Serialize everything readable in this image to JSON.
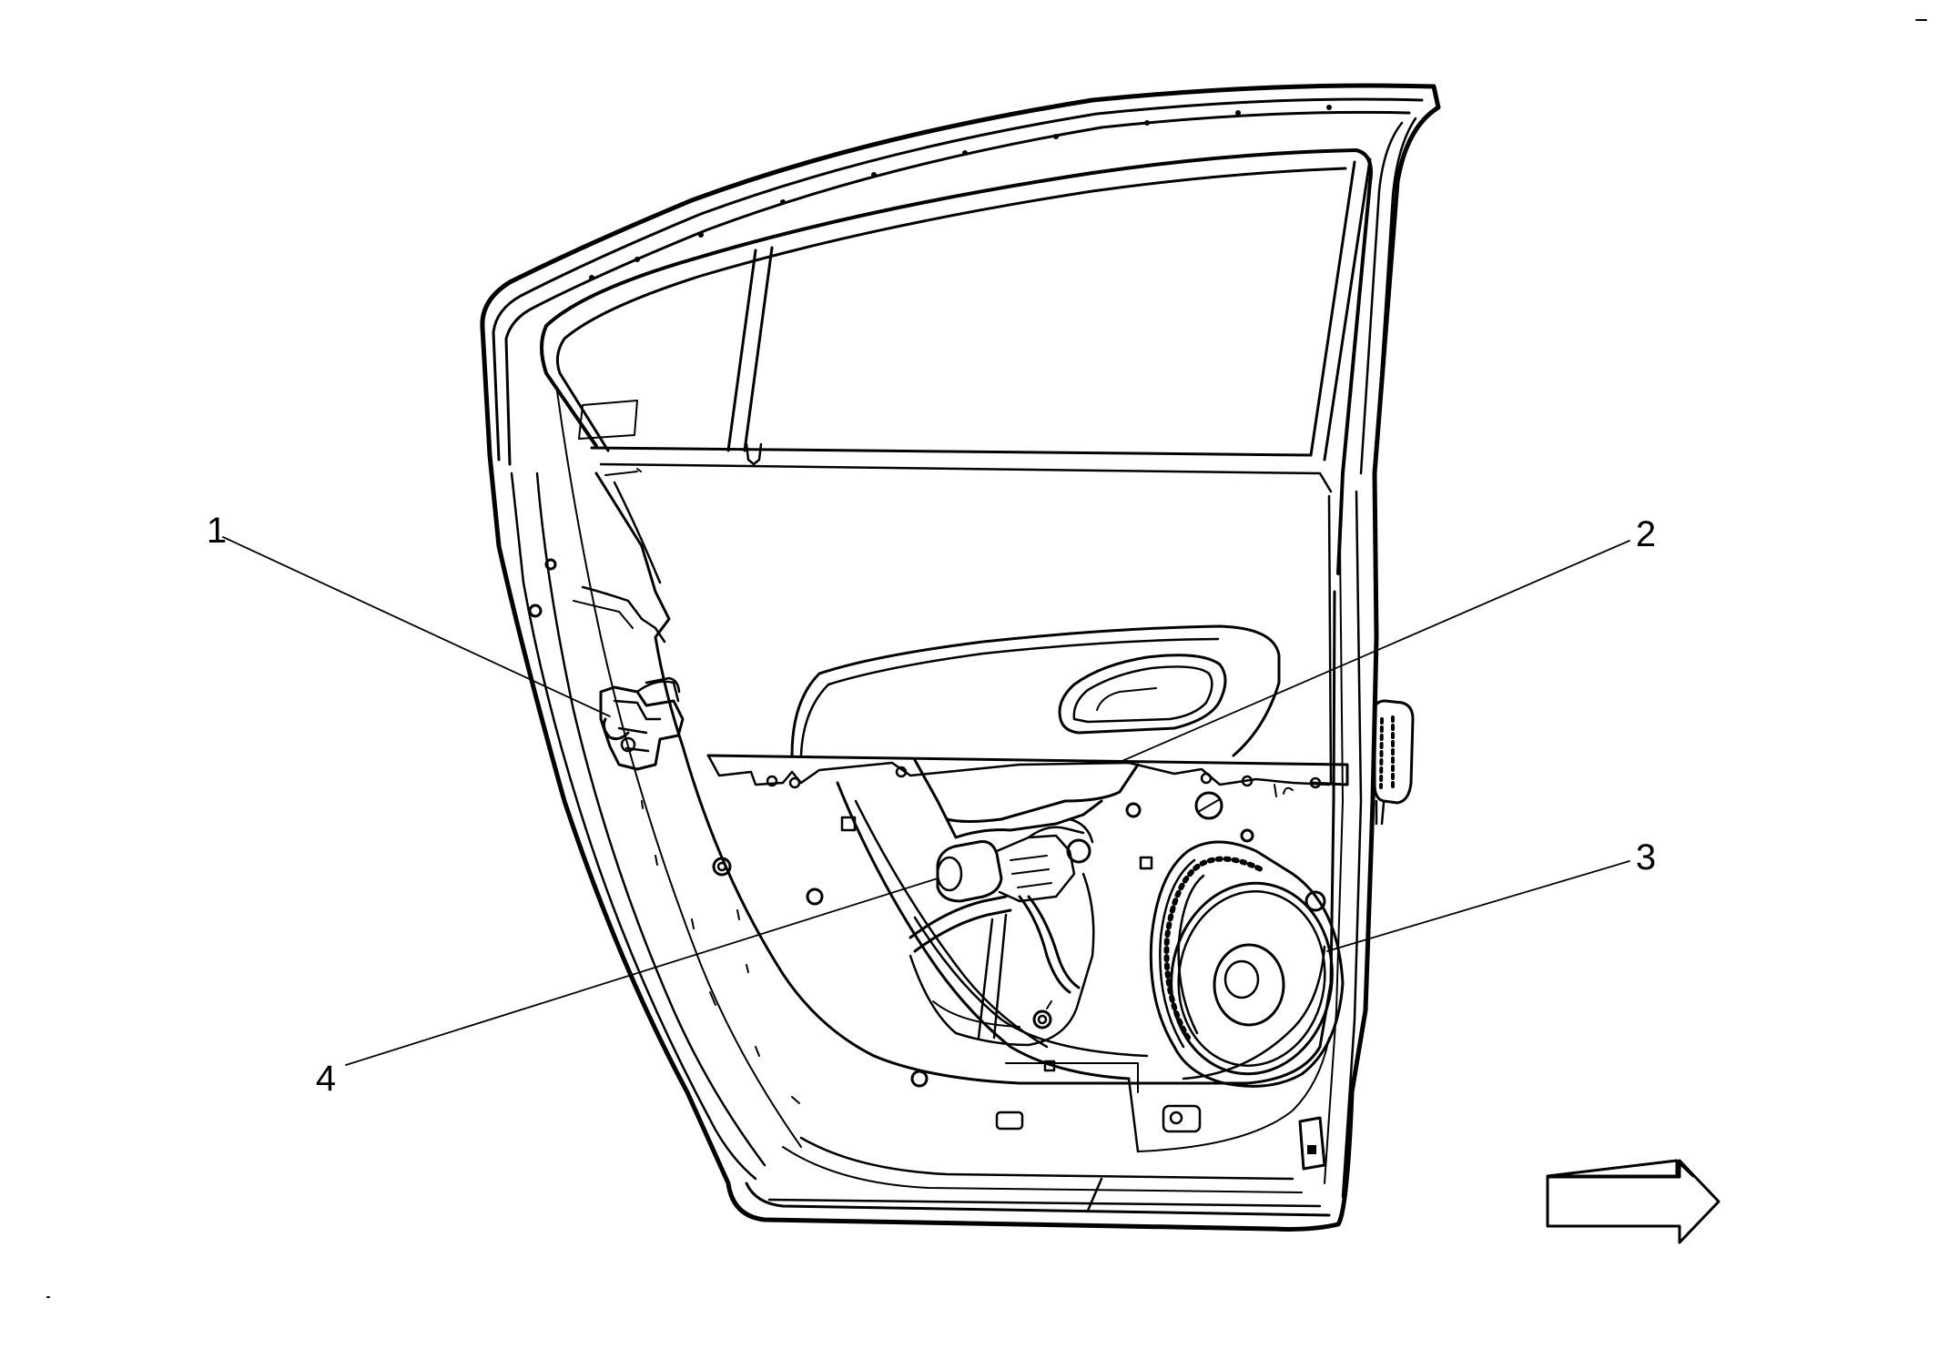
{
  "callouts": {
    "c1": "1",
    "c2": "2",
    "c3": "3",
    "c4": "4"
  },
  "icons": {
    "direction_arrow": "right-arrow-icon"
  },
  "colors": {
    "ink": "#000000",
    "paper": "#ffffff"
  }
}
